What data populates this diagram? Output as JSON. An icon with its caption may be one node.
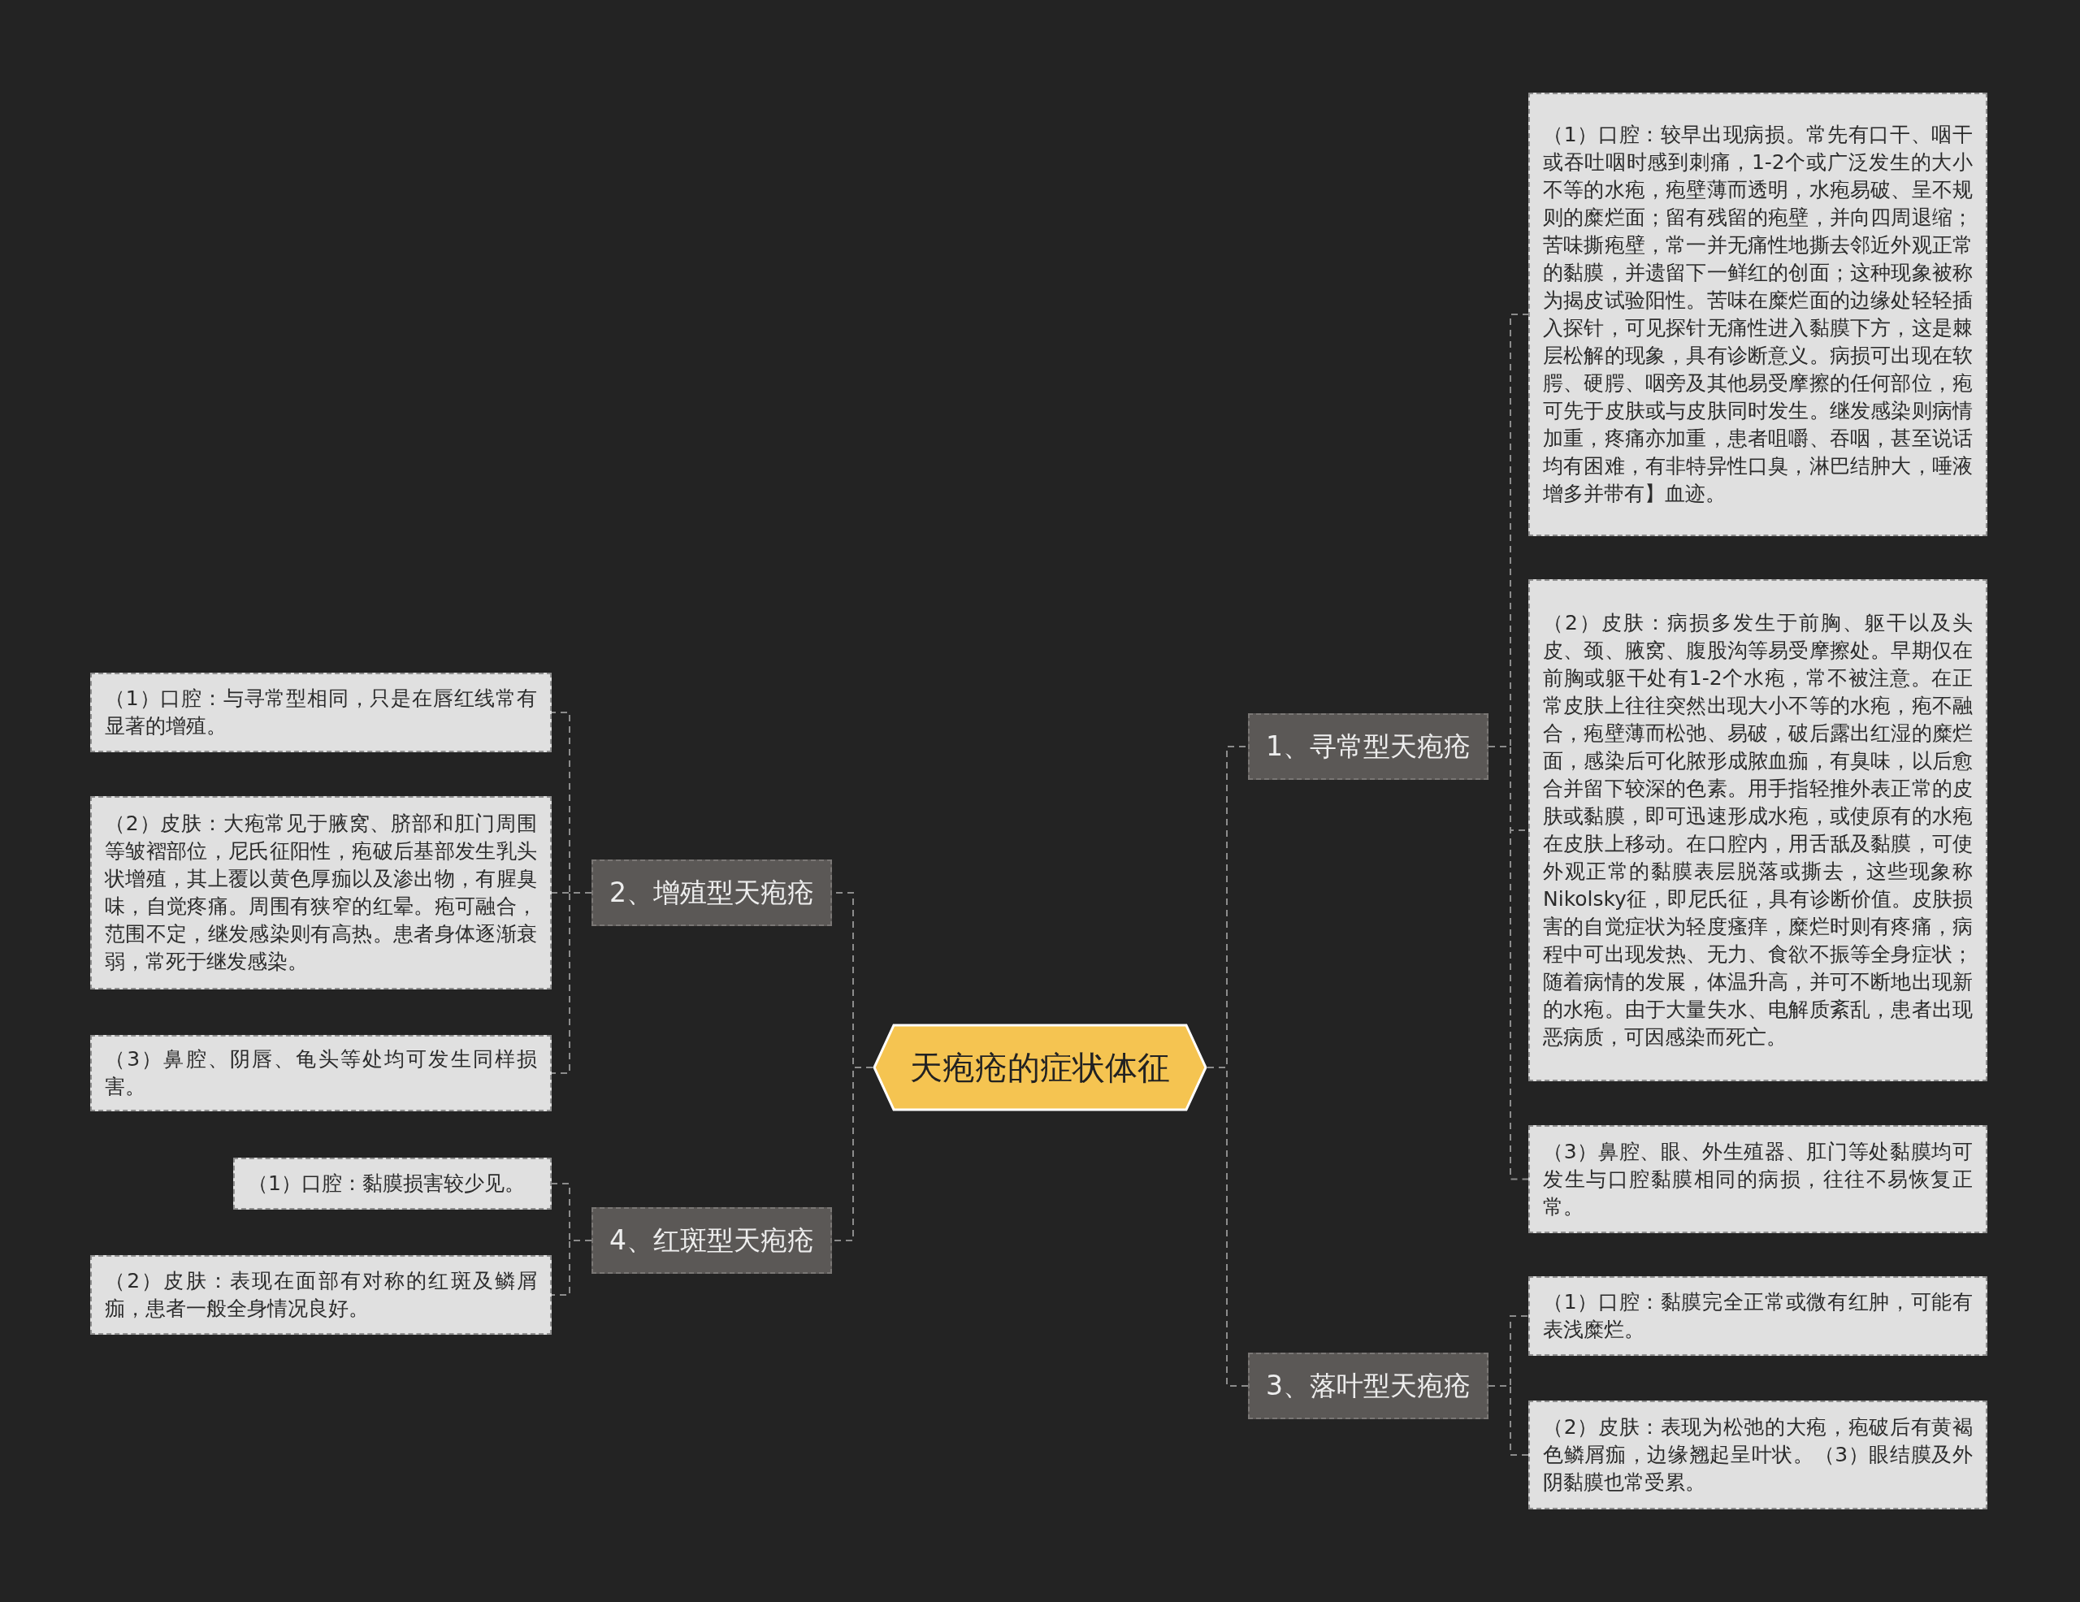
{
  "diagram": {
    "nodes": [
      {
        "text": [
          "天疱疮的症状体征"
        ]
      },
      {
        "text": [
          "1、寻常型天疱疮"
        ]
      },
      {
        "text": [
          "2、增殖型天疱疮"
        ]
      },
      {
        "text": [
          "3、落叶型天疱疮"
        ]
      },
      {
        "text": [
          "4、红斑型天疱疮"
        ]
      },
      {
        "text": [
          "（1）口腔：较早出现病损。常先有口干、咽干或吞吐咽时感到刺痛，1-2个或广泛发生的大小不等的水疱，疱壁薄而透明，水疱易破、呈不规则的糜烂面；留有残留的疱壁，并向四周退缩；苦味撕疱壁，常一并无痛性地撕去邻近外观正常的黏膜，并遗留下一鲜红的创面；这种现象被称为揭皮试验阳性。苦味在糜烂面的边缘处轻轻插入探针，可见探针无痛性进入黏膜下方，这是棘层松解的现象，具有诊断意义。病损可出现在软腭、硬腭、咽旁及其他易受摩擦的任何部位，疱可先于皮肤或与皮肤同时发生。继发感染则病情加重，疼痛亦加重，患者咀嚼、吞咽，甚至说话均有困难，有非特异性口臭，淋巴结肿大，唾液增多并带有】血迹。"
        ]
      },
      {
        "text": [
          "（2）皮肤：病损多发生于前胸、躯干以及头皮、颈、腋窝、腹股沟等易受摩擦处。早期仅在前胸或躯干处有1-2个水疱，常不被注意。在正常皮肤上往往突然出现大小不等的水疱，疱不融合，疱壁薄而松弛、易破，破后露出红湿的糜烂面，感染后可化脓形成脓血痂，有臭味，以后愈合并留下较深的色素。用手指轻推外表正常的皮肤或黏膜，即可迅速形成水疱，或使原有的水疱在皮肤上移动。在口腔内，用舌舐及黏膜，可使外观正常的黏膜表层脱落或撕去，这些现象称Nikolsky征，即尼氏征，具有诊断价值。皮肤损害的自觉症状为轻度瘙痒，糜烂时则有疼痛，病程中可出现发热、无力、食欲不振等全身症状；随着病情的发展，体温升高，并可不断地出现新的水疱。由于大量失水、电解质紊乱，患者出现恶病质，可因感染而死亡。"
        ]
      },
      {
        "text": [
          "（3）鼻腔、眼、外生殖器、肛门等处黏膜均可发生与口腔黏膜相同的病损，往往不易恢复正常。"
        ]
      },
      {
        "text": [
          "（1）口腔：黏膜完全正常或微有红肿，可能有表浅糜烂。"
        ]
      },
      {
        "text": [
          "（2）皮肤：表现为松弛的大疱，疱破后有黄褐色鳞屑痂，边缘翘起呈叶状。（3）眼结膜及外阴黏膜也常受累。"
        ]
      },
      {
        "text": [
          "（1）口腔：与寻常型相同，只是在唇红线常有显著的增殖。"
        ]
      },
      {
        "text": [
          "（2）皮肤：大疱常见于腋窝、脐部和肛门周围等皱褶部位，尼氏征阳性，疱破后基部发生乳头状增殖，其上覆以黄色厚痂以及渗出物，有腥臭味，自觉疼痛。周围有狭窄的红晕。疱可融合，范围不定，继发感染则有高热。患者身体逐渐衰弱，常死于继发感染。"
        ]
      },
      {
        "text": [
          "（3）鼻腔、阴唇、龟头等处均可发生同样损害。"
        ]
      },
      {
        "text": [
          "（1）口腔：黏膜损害较少见。"
        ]
      },
      {
        "text": [
          "（2）皮肤：表现在面部有对称的红斑及鳞屑痂，患者一般全身情况良好。"
        ]
      }
    ],
    "edges": [
      {
        "from": 0,
        "to": 1,
        "arrow": "none",
        "style": "dashed"
      },
      {
        "from": 0,
        "to": 2,
        "arrow": "none",
        "style": "dashed"
      },
      {
        "from": 0,
        "to": 3,
        "arrow": "none",
        "style": "dashed"
      },
      {
        "from": 0,
        "to": 4,
        "arrow": "none",
        "style": "dashed"
      },
      {
        "from": 1,
        "to": 5,
        "arrow": "none",
        "style": "dashed"
      },
      {
        "from": 1,
        "to": 6,
        "arrow": "none",
        "style": "dashed"
      },
      {
        "from": 1,
        "to": 7,
        "arrow": "none",
        "style": "dashed"
      },
      {
        "from": 3,
        "to": 8,
        "arrow": "none",
        "style": "dashed"
      },
      {
        "from": 3,
        "to": 9,
        "arrow": "none",
        "style": "dashed"
      },
      {
        "from": 2,
        "to": 10,
        "arrow": "none",
        "style": "dashed"
      },
      {
        "from": 2,
        "to": 11,
        "arrow": "none",
        "style": "dashed"
      },
      {
        "from": 2,
        "to": 12,
        "arrow": "none",
        "style": "dashed"
      },
      {
        "from": 4,
        "to": 13,
        "arrow": "none",
        "style": "dashed"
      },
      {
        "from": 4,
        "to": 14,
        "arrow": "none",
        "style": "dashed"
      }
    ]
  }
}
